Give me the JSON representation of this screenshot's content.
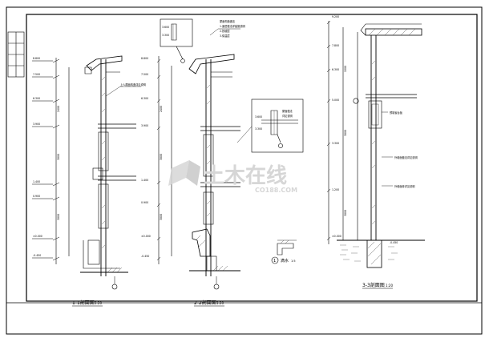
{
  "sections": {
    "s1": {
      "title": "1-1剖面图",
      "scale": "1:20"
    },
    "s2": {
      "title": "2-2剖面图",
      "scale": "1:20"
    },
    "s3": {
      "title": "3-3剖面图",
      "scale": "1:20"
    }
  },
  "detail": {
    "number": "1",
    "title": "滴水",
    "scale": "1:5"
  },
  "watermark": {
    "main": "土木在线",
    "sub": "CO188.COM"
  },
  "colors": {
    "line": "#000000",
    "hatch": "#444444",
    "watermark": "#d6d6d6"
  }
}
